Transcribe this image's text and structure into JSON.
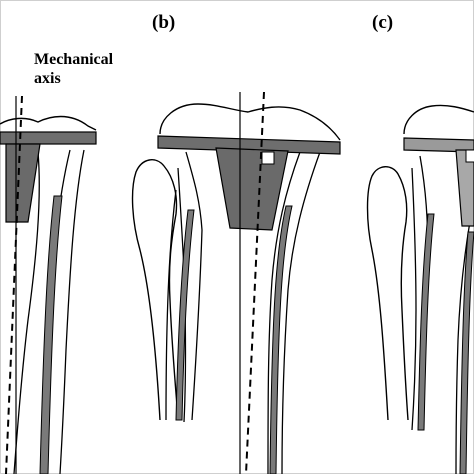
{
  "panels": {
    "b_label": "(b)",
    "c_label": "(c)"
  },
  "annotation": {
    "line1": "Mechanical",
    "line2": "axis"
  },
  "colors": {
    "background": "#ffffff",
    "tibial_tray": "#6e6e6e",
    "tibial_tray_light": "#9a9a9a",
    "keel": "#6a6a6a",
    "keel_light": "#a8a8a8",
    "bone_outline": "#000000",
    "fibula_shaft_fill": "#7a7a7a"
  }
}
